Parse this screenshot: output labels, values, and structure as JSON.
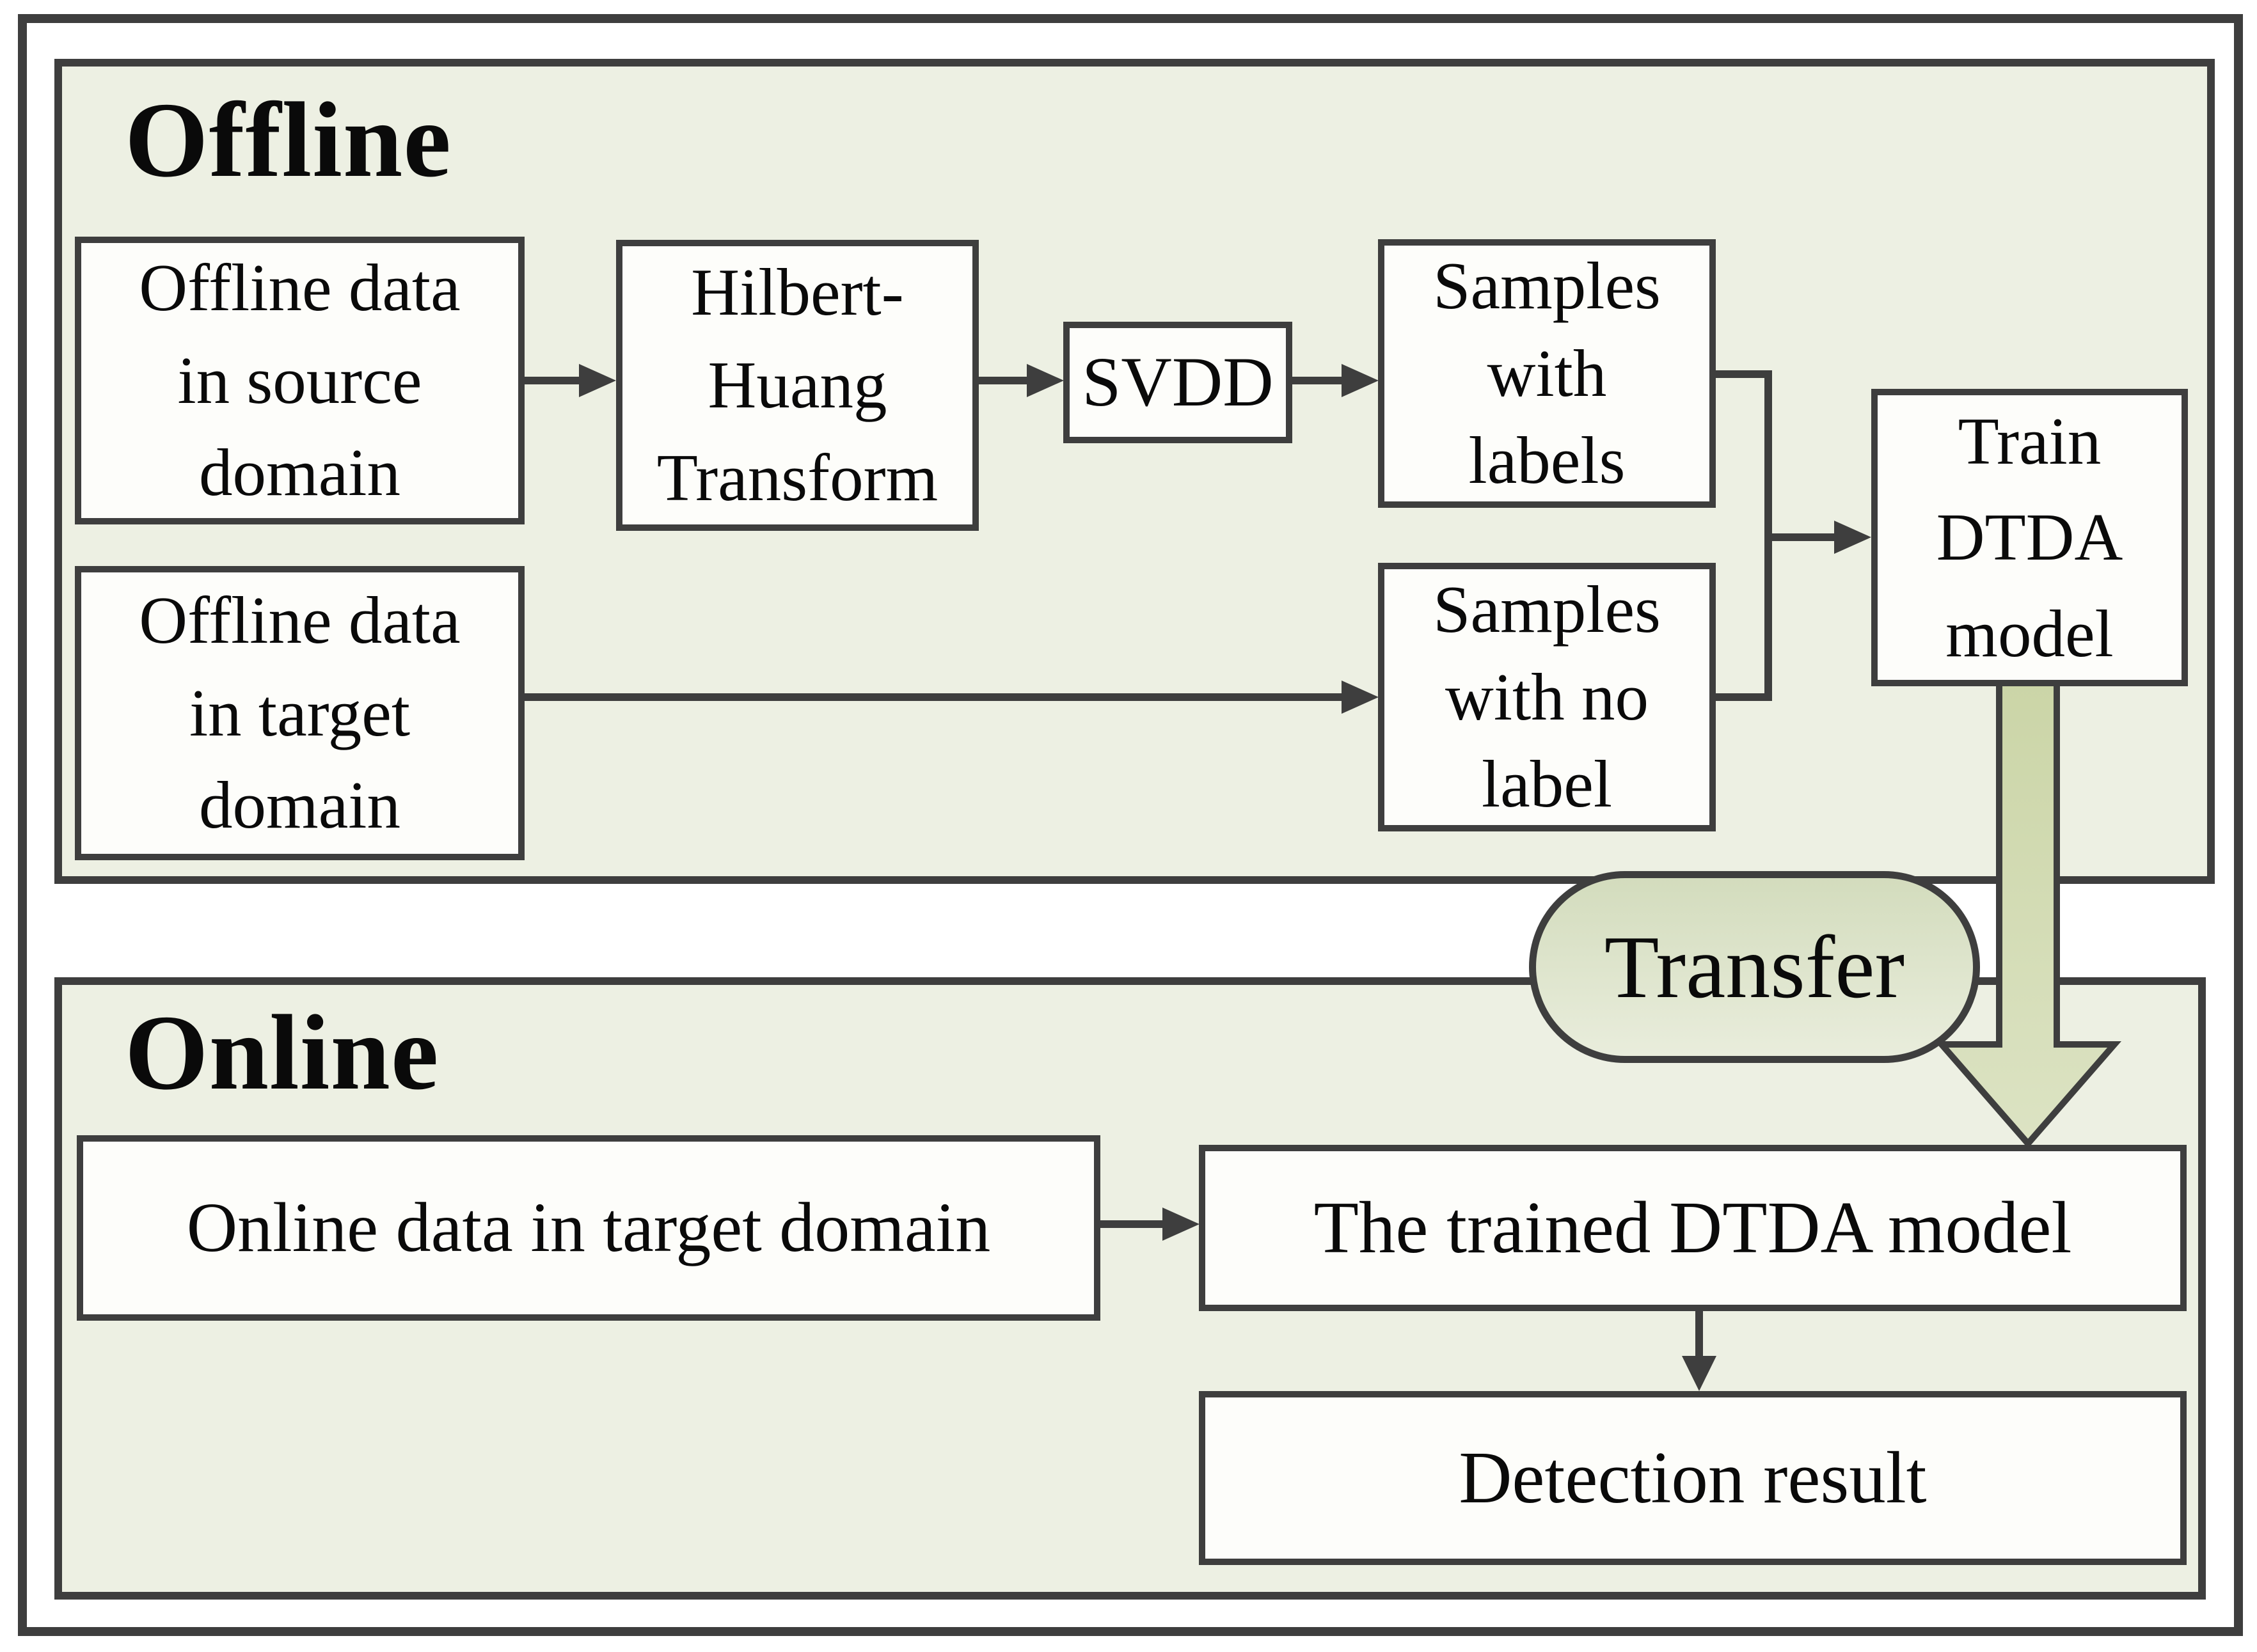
{
  "colors": {
    "line": "#3e3e3e",
    "panel": "#edf0e3",
    "box": "#fdfdfa",
    "pill_top": "#d3dcbd",
    "pill_bottom": "#e9eddc",
    "arrow_top": "#cbd5a7",
    "arrow_bottom": "#dce3c3"
  },
  "offline": {
    "title": "Offline",
    "source_box": "Offline data\nin source\ndomain",
    "hht_box": "Hilbert-\nHuang\nTransform",
    "svdd_box": "SVDD",
    "labeled_box": "Samples\nwith\nlabels",
    "unlabeled_box": "Samples\nwith no\nlabel",
    "train_box": "Train\nDTDA\nmodel",
    "target_box": "Offline data\nin target\ndomain"
  },
  "transfer_label": "Transfer",
  "online": {
    "title": "Online",
    "data_box": "Online data in target domain",
    "trained_box": "The trained DTDA model",
    "result_box": "Detection result"
  }
}
